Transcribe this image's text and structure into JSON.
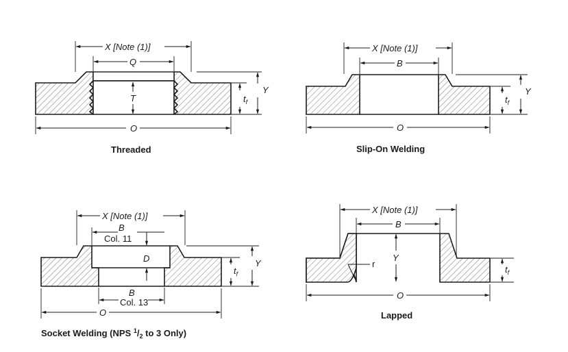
{
  "labels": {
    "x_note": "X [Note (1)]",
    "q": "Q",
    "t": "T",
    "tf_t": "t",
    "tf_f": "f",
    "y": "Y",
    "o": "O",
    "b": "B",
    "col11": "Col. 11",
    "col13": "Col. 13",
    "d": "D",
    "r": "r"
  },
  "captions": {
    "threaded": "Threaded",
    "slip_on": "Slip-On Welding",
    "socket_pre": "Socket Welding (NPS ",
    "socket_num": "1",
    "socket_slash": "/",
    "socket_den": "2",
    "socket_post": " to 3 Only)",
    "lapped": "Lapped"
  }
}
